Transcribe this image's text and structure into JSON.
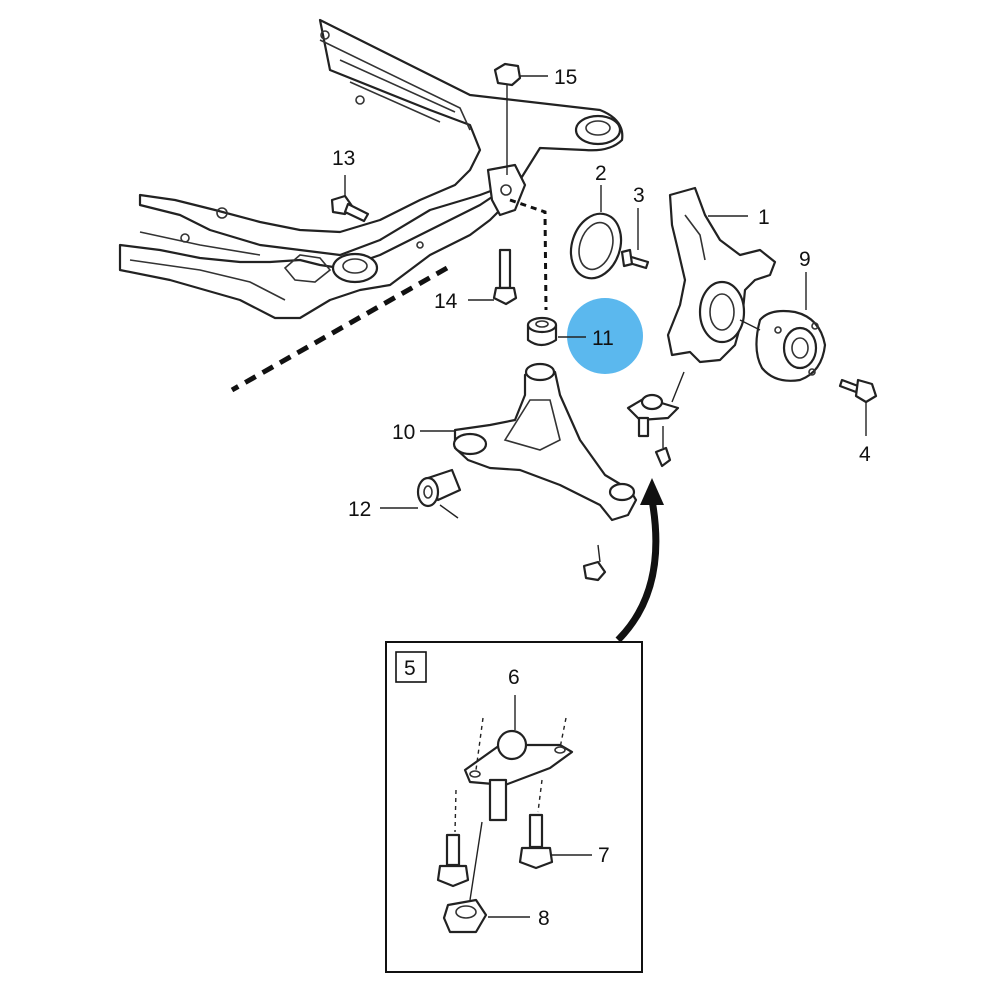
{
  "callouts": {
    "c1": "1",
    "c2": "2",
    "c3": "3",
    "c4": "4",
    "c5": "5",
    "c6": "6",
    "c7": "7",
    "c8": "8",
    "c9": "9",
    "c10": "10",
    "c11": "11",
    "c12": "12",
    "c13": "13",
    "c14": "14",
    "c15": "15"
  },
  "highlight": {
    "part": "11",
    "color": "#5bb8ee"
  },
  "colors": {
    "line": "#222222",
    "background": "#ffffff",
    "highlight": "#5bb8ee"
  }
}
